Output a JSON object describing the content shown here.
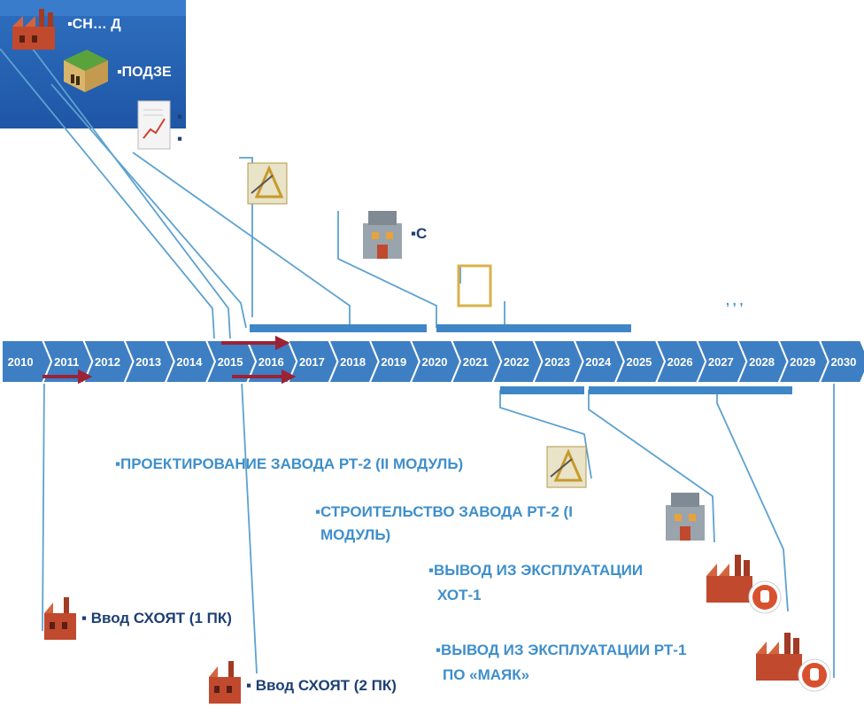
{
  "timeline": {
    "years": [
      "2010",
      "2011",
      "2012",
      "2013",
      "2014",
      "2015",
      "2016",
      "2017",
      "2018",
      "2019",
      "2020",
      "2021",
      "2022",
      "2023",
      "2024",
      "2025",
      "2026",
      "2027",
      "2028",
      "2029",
      "2030"
    ]
  },
  "labels": {
    "top1": "▪СН…  Д",
    "top2": "▪ПОДЗЕ",
    "top3": "▪",
    "top4": "▪",
    "mid1": "▪С",
    "proj2": "▪ПРОЕКТИРОВАНИЕ ЗАВОДА РТ-2 (II МОДУЛЬ)",
    "build2_l1": "▪СТРОИТЕЛЬСТВО ЗАВОДА РТ-2 (I",
    "build2_l2": "МОДУЛЬ)",
    "hot1_l1": "▪ВЫВОД ИЗ ЭКСПЛУАТАЦИИ",
    "hot1_l2": "ХОТ-1",
    "mayak_l1": "▪ВЫВОД ИЗ ЭКСПЛУАТАЦИИ РТ-1",
    "mayak_l2": "ПО «МАЯК»",
    "pk1": "▪ Ввод СХОЯТ (1 ПК)",
    "pk2": "▪ Ввод СХОЯТ (2 ПК)",
    "partial": ",    ,  ,"
  },
  "colors": {
    "chevron": "#3e7fc4",
    "chevron_stroke": "#ffffff",
    "bar": "#3f86c6",
    "connector": "#5da2d0",
    "arrow": "#9b2335",
    "band": "#2a63b3",
    "text_light": "#3f8fcb",
    "text_dark": "#1d3f73"
  },
  "icons": [
    "factory-icon",
    "underground-storage-icon",
    "document-chart-icon",
    "design-tools-icon",
    "plant-building-icon",
    "stop-hand-icon"
  ]
}
